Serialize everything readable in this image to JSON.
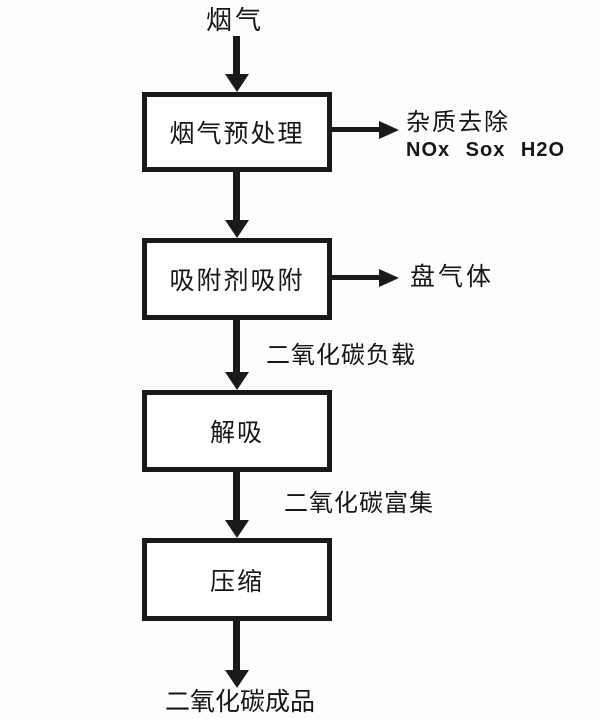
{
  "colors": {
    "background": "#fdfdfd",
    "line": "#1a1a1a",
    "text": "#161616"
  },
  "flow": {
    "input_label": "烟气",
    "steps": [
      {
        "label": "烟气预处理"
      },
      {
        "label": "吸附剂吸附"
      },
      {
        "label": "解吸"
      },
      {
        "label": "压缩"
      }
    ],
    "branches": [
      {
        "line1": "杂质去除",
        "line2": "NOx Sox H2O"
      },
      {
        "line1": "盘气体"
      }
    ],
    "stream_labels": [
      "二氧化碳负载",
      "二氧化碳富集"
    ],
    "output_label": "二氧化碳成品"
  }
}
